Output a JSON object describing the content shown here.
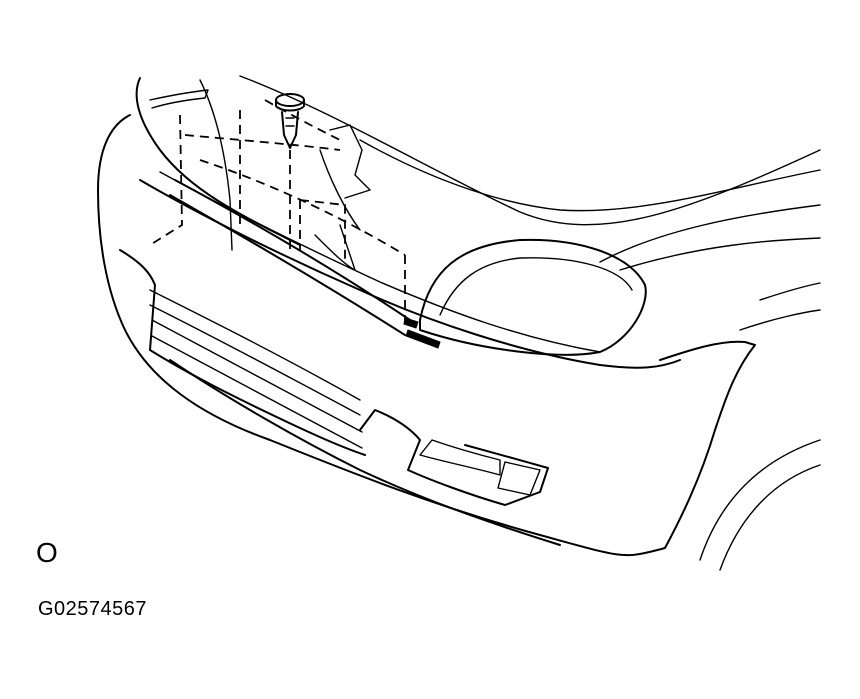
{
  "diagram": {
    "marker_symbol": "O",
    "figure_code": "G02574567",
    "icons": {
      "clip": "push-clip-icon",
      "front_end": "vehicle-front-bumper-illustration"
    },
    "colors": {
      "line": "#000000",
      "background": "#ffffff"
    }
  }
}
